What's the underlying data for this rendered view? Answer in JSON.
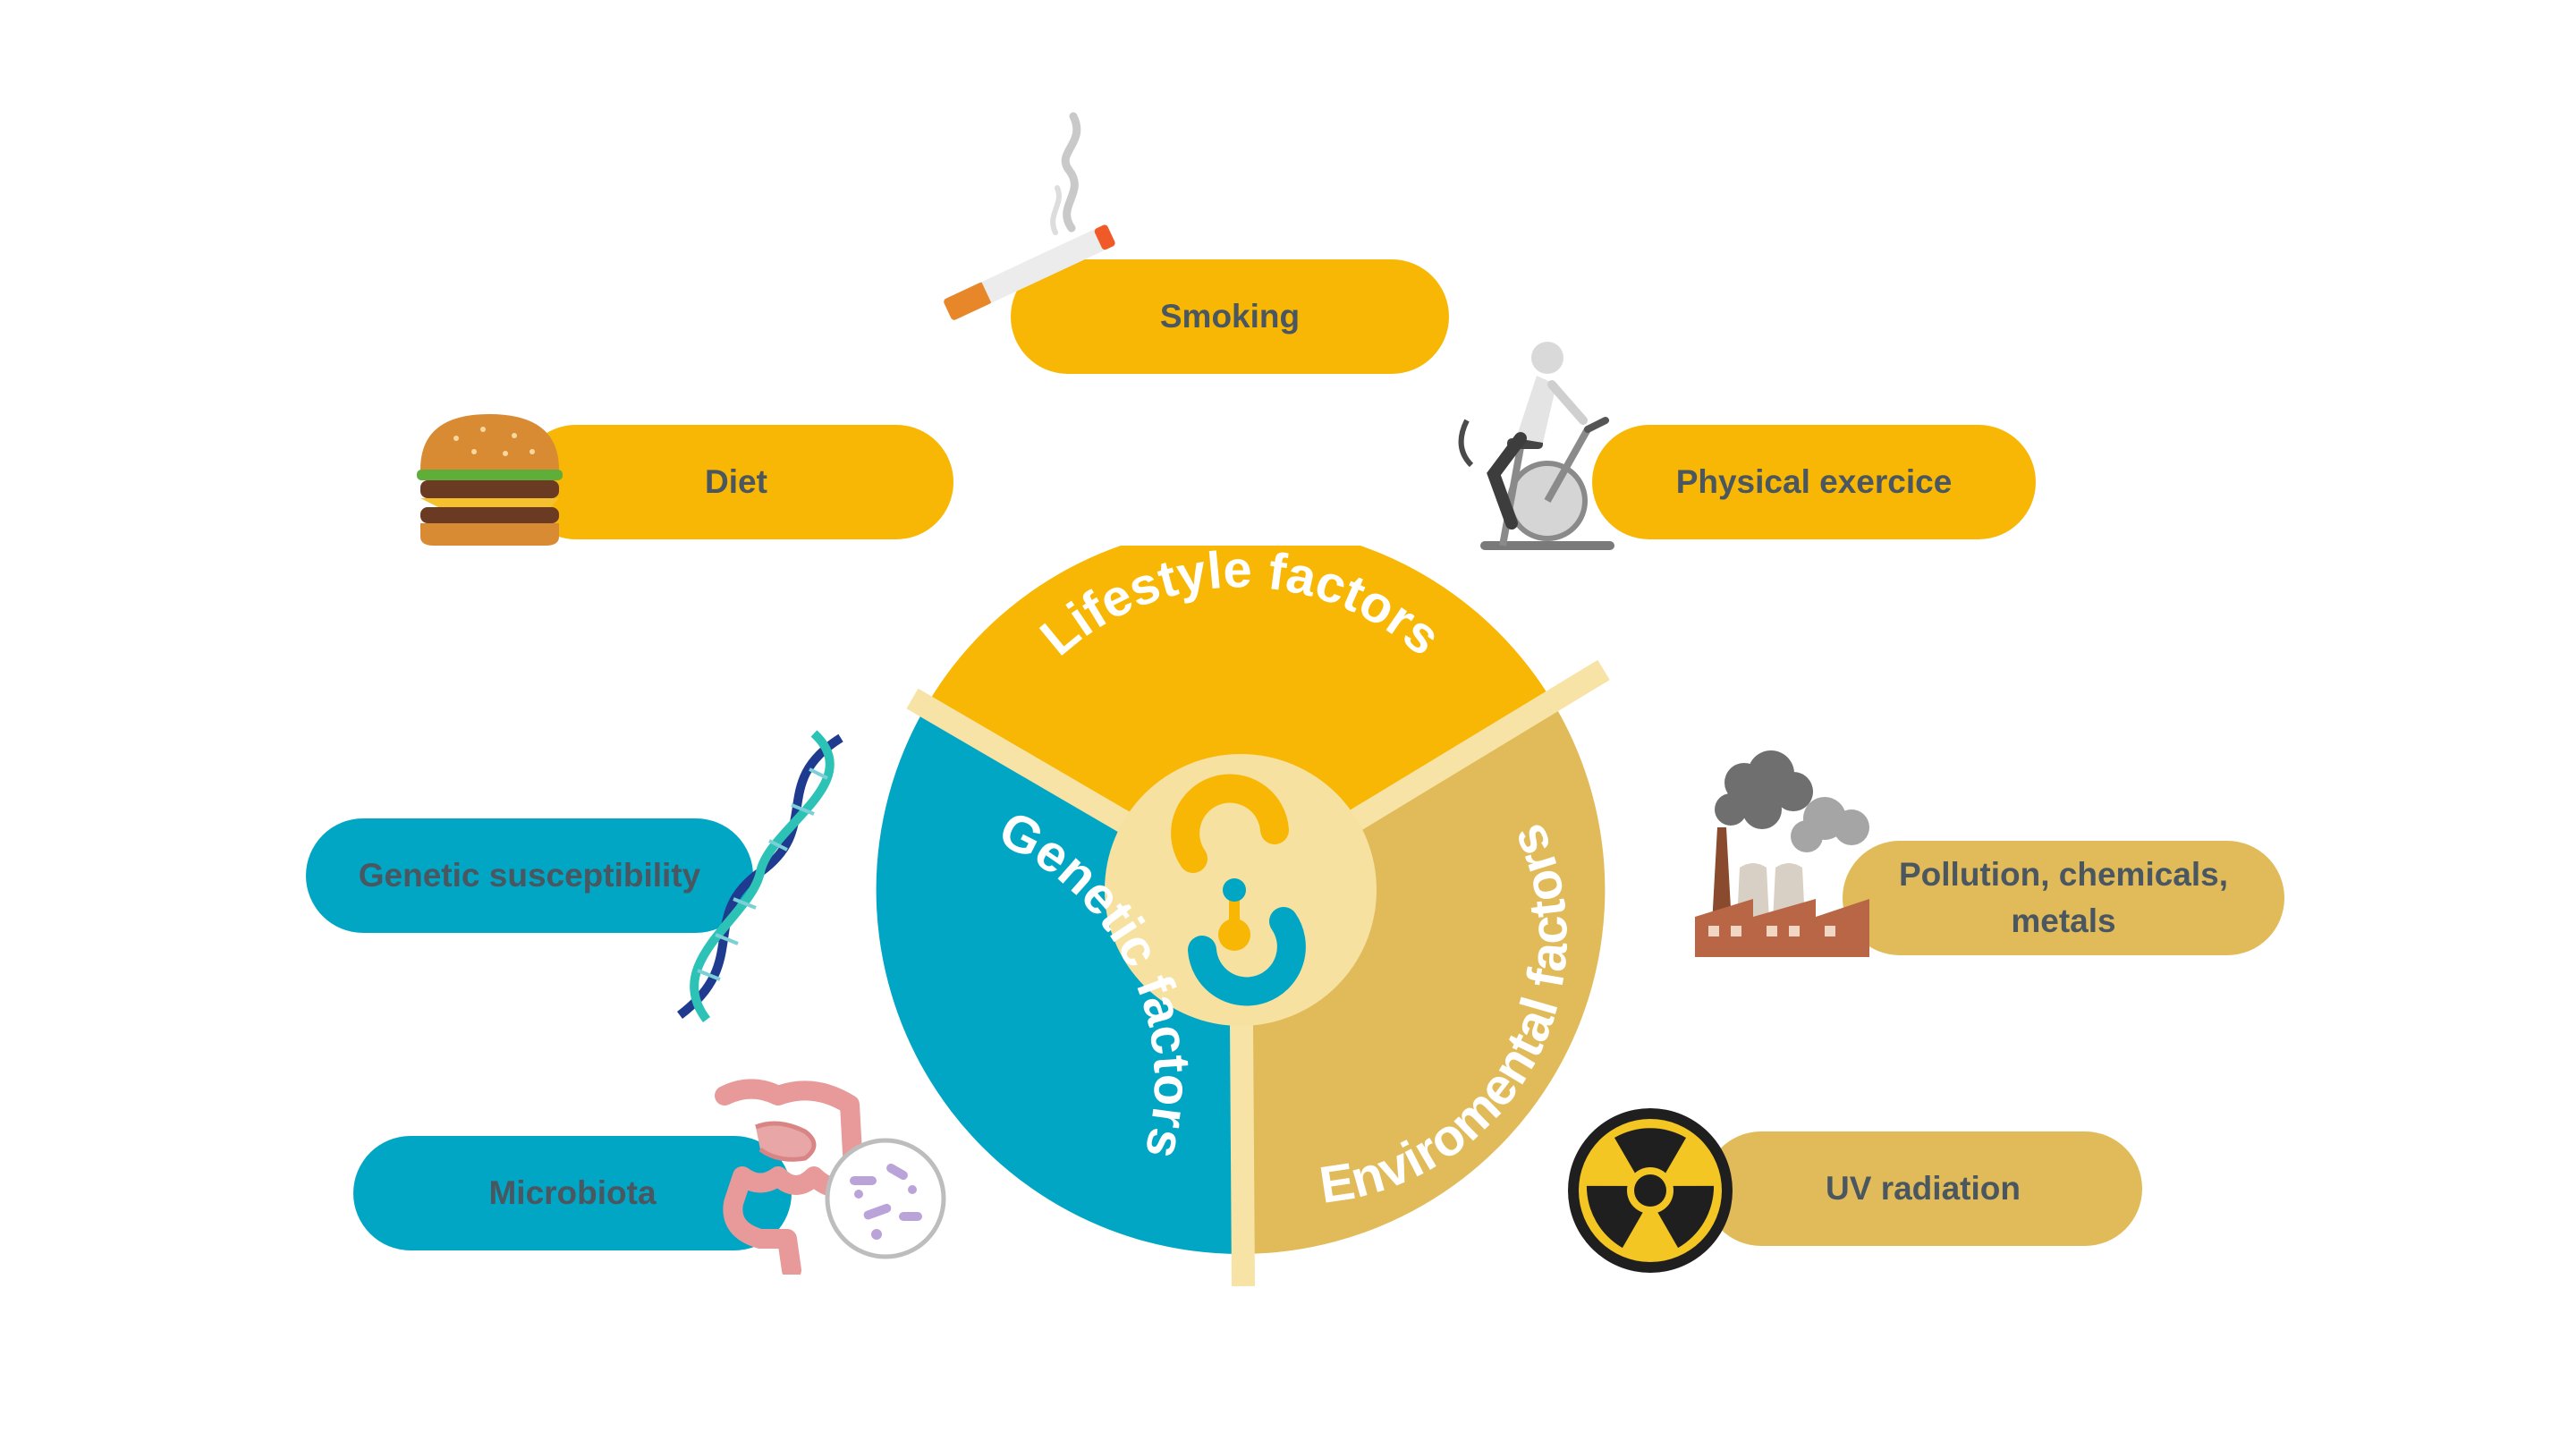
{
  "colors": {
    "lifestyle": "#f8b705",
    "genetic": "#00a6c4",
    "environmental": "#e1bb59",
    "center": "#f6e1a0",
    "label_text": "#4a5660"
  },
  "wheel": {
    "segments": [
      {
        "key": "lifestyle",
        "label": "Lifestyle factors",
        "color": "#f8b705"
      },
      {
        "key": "genetic",
        "label": "Genetic factors",
        "color": "#00a6c4"
      },
      {
        "key": "environmental",
        "label": "Enviromental factors",
        "color": "#e1bb59"
      }
    ],
    "center_logo": "logo-icon"
  },
  "factors": {
    "smoking": {
      "label": "Smoking",
      "icon": "cigarette-icon"
    },
    "diet": {
      "label": "Diet",
      "icon": "burger-icon"
    },
    "physical_exercise": {
      "label": "Physical exercice",
      "icon": "exercise-bike-icon"
    },
    "genetic_susceptibility": {
      "label": "Genetic susceptibility",
      "icon": "dna-icon"
    },
    "microbiota": {
      "label": "Microbiota",
      "icon": "intestine-bacteria-icon"
    },
    "pollution": {
      "label_line1": "Pollution, chemicals,",
      "label_line2": "metals",
      "icon": "factory-icon"
    },
    "uv_radiation": {
      "label": "UV radiation",
      "icon": "radiation-icon"
    }
  }
}
